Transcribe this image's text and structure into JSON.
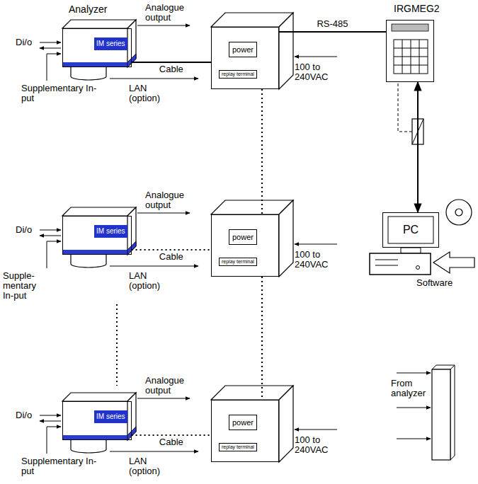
{
  "diagram": {
    "nodes": [
      {
        "text": [
          "Analyzer",
          "IM series"
        ]
      },
      {
        "text": [
          "power",
          "replay terminal"
        ]
      },
      {
        "text": [
          "IRGMEG2"
        ]
      },
      {
        "text": [
          "IM series"
        ]
      },
      {
        "text": [
          "power",
          "replay terminal"
        ]
      },
      {
        "text": [
          "PC"
        ]
      },
      {
        "text": [
          "IM series"
        ]
      },
      {
        "text": [
          "power",
          "replay terminal"
        ]
      }
    ],
    "edges": [
      {
        "from": 0,
        "to": 1,
        "label": "Cable",
        "arrow": "none"
      },
      {
        "from": 1,
        "to": 2,
        "label": "RS-485",
        "arrow": "none"
      },
      {
        "from": 2,
        "to": 5,
        "arrow": "both"
      },
      {
        "from": 1,
        "to": 4,
        "arrow": "none"
      },
      {
        "from": 3,
        "to": 4,
        "label": "Cable",
        "arrow": "none"
      },
      {
        "from": 4,
        "to": 7,
        "arrow": "none"
      },
      {
        "from": 6,
        "to": 7,
        "label": "Cable",
        "arrow": "none"
      }
    ],
    "labels": [
      "Di/o",
      "Analogue output",
      "Supplementary In-put",
      "LAN (option)",
      "100 to 240VAC",
      "Di/o",
      "Analogue output",
      "Supple- mentary In-put",
      "LAN (option)",
      "100 to 240VAC",
      "Di/o",
      "Analogue output",
      "Supplementary In-put",
      "LAN (option)",
      "100 to 240VAC",
      "Software",
      "From analyzer"
    ]
  }
}
